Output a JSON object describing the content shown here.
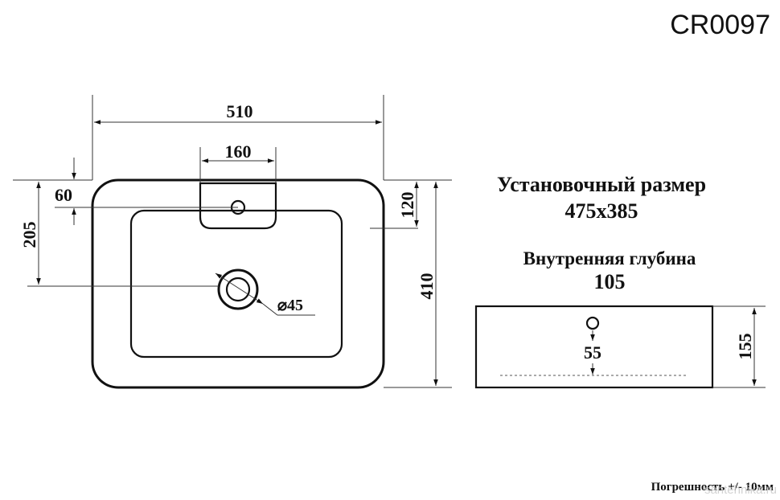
{
  "model_code": "CR0097",
  "dimensions": {
    "overall_width": "510",
    "tap_area_width": "160",
    "tap_hole_offset": "60",
    "drain_offset": "205",
    "side_depth": "120",
    "overall_depth": "410",
    "drain_diameter": "⌀45",
    "side_height": "155",
    "overflow_height": "55"
  },
  "install_size": {
    "label": "Установочный размер",
    "value": "475x385"
  },
  "inner_depth": {
    "label": "Внутренняя глубина",
    "value": "105"
  },
  "tolerance_note": "Погрешность +/- 10мм",
  "watermark": "santehnika.ru"
}
